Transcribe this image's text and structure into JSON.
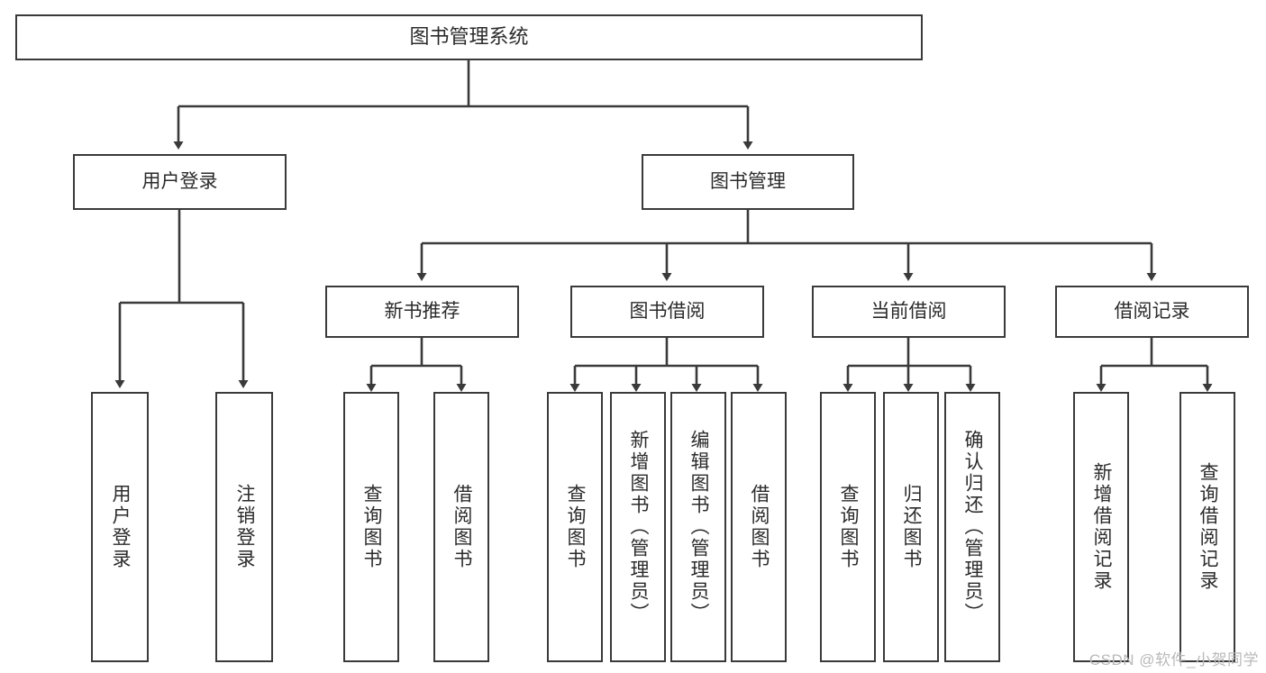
{
  "diagram": {
    "title": "图书管理系统",
    "type": "tree",
    "watermark": "CSDN @软件_小贺同学",
    "colors": {
      "box_border": "#3a3a3a",
      "box_fill": "#ffffff",
      "edge": "#3a3a3a",
      "text": "#2b2b2b",
      "watermark": "#b9b9b9"
    }
  },
  "nodes": {
    "root": {
      "label": "图书管理系统"
    },
    "level2": [
      {
        "id": "user-login",
        "label": "用户登录"
      },
      {
        "id": "book-manage",
        "label": "图书管理"
      }
    ],
    "level3": [
      {
        "id": "new-book-rec",
        "label": "新书推荐"
      },
      {
        "id": "book-borrow",
        "label": "图书借阅"
      },
      {
        "id": "current-borrow",
        "label": "当前借阅"
      },
      {
        "id": "borrow-record",
        "label": "借阅记录"
      }
    ],
    "leaves": {
      "user-login": [
        {
          "id": "leaf-user-login",
          "label": "用户登录"
        },
        {
          "id": "leaf-user-logout",
          "label": "注销登录"
        }
      ],
      "new-book-rec": [
        {
          "id": "leaf-query-book-1",
          "label": "查询图书"
        },
        {
          "id": "leaf-borrow-book-1",
          "label": "借阅图书"
        }
      ],
      "book-borrow": [
        {
          "id": "leaf-query-book-2",
          "label": "查询图书"
        },
        {
          "id": "leaf-add-book",
          "label": "新增图书（管理员）"
        },
        {
          "id": "leaf-edit-book",
          "label": "编辑图书（管理员）"
        },
        {
          "id": "leaf-borrow-book-2",
          "label": "借阅图书"
        }
      ],
      "current-borrow": [
        {
          "id": "leaf-query-book-3",
          "label": "查询图书"
        },
        {
          "id": "leaf-return-book",
          "label": "归还图书"
        },
        {
          "id": "leaf-confirm-return",
          "label": "确认归还（管理员）"
        }
      ],
      "borrow-record": [
        {
          "id": "leaf-add-record",
          "label": "新增借阅记录"
        },
        {
          "id": "leaf-query-record",
          "label": "查询借阅记录"
        }
      ]
    }
  }
}
